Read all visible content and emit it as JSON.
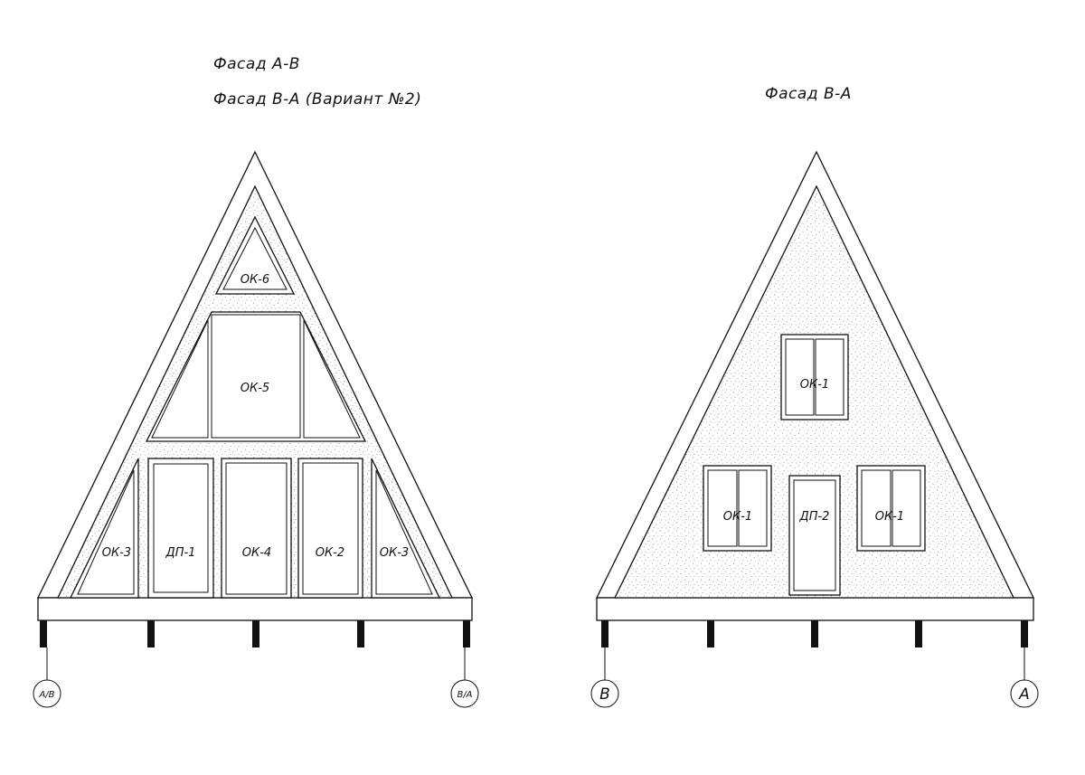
{
  "titles": {
    "left_line1": "Фасад А-В",
    "left_line2": "Фасад В-А (Вариант №2)",
    "right": "Фасад В-А"
  },
  "left_facade": {
    "openings": {
      "ok6": "ОК-6",
      "ok5": "ОК-5",
      "ok3_left": "ОК-3",
      "dp1": "ДП-1",
      "ok4": "ОК-4",
      "ok2": "ОК-2",
      "ok3_right": "ОК-3"
    },
    "axes": {
      "left": "А/В",
      "right": "В/А"
    }
  },
  "right_facade": {
    "openings": {
      "ok1_top": "ОК-1",
      "ok1_left": "ОК-1",
      "dp2": "ДП-2",
      "ok1_right": "ОК-1"
    },
    "axes": {
      "left": "В",
      "right": "А"
    }
  },
  "colors": {
    "line": "#111111",
    "background": "#ffffff",
    "stipple": "#8a8a8a"
  }
}
